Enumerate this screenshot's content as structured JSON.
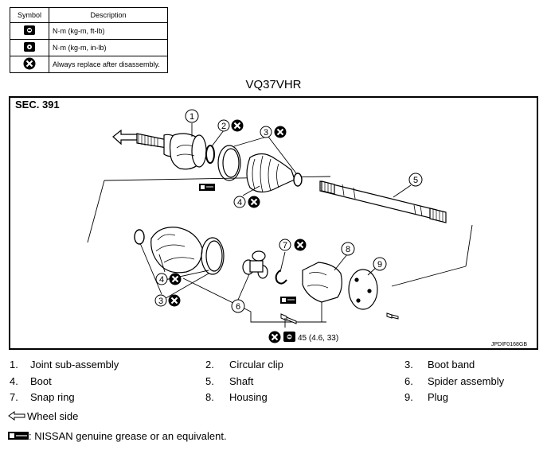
{
  "legend": {
    "headers": {
      "symbol": "Symbol",
      "description": "Description"
    },
    "rows": [
      {
        "icon": "torque-wrench-nm-kgm-ftlb-icon",
        "text": "N·m (kg-m, ft-lb)"
      },
      {
        "icon": "torque-wrench-nm-kgm-inlb-icon",
        "text": "N·m (kg-m, in-lb)"
      },
      {
        "icon": "replace-x-icon",
        "text": "Always replace after disassembly."
      }
    ]
  },
  "model": "VQ37VHR",
  "section": "SEC. 391",
  "callouts": {
    "c1": "1",
    "c2": "2",
    "c3a": "3",
    "c4a": "4",
    "c5": "5",
    "c4b": "4",
    "c3b": "3",
    "c6": "6",
    "c7": "7",
    "c8": "8",
    "c9": "9"
  },
  "torque_spec": "45 (4.6, 33)",
  "figure_code": "JPDIF0168GB",
  "parts": [
    {
      "num": "1.",
      "name": "Joint sub-assembly"
    },
    {
      "num": "2.",
      "name": "Circular clip"
    },
    {
      "num": "3.",
      "name": "Boot band"
    },
    {
      "num": "4.",
      "name": "Boot"
    },
    {
      "num": "5.",
      "name": "Shaft"
    },
    {
      "num": "6.",
      "name": "Spider assembly"
    },
    {
      "num": "7.",
      "name": "Snap ring"
    },
    {
      "num": "8.",
      "name": "Housing"
    },
    {
      "num": "9.",
      "name": "Plug"
    }
  ],
  "notes": {
    "wheel_side": "Wheel side",
    "grease": ": NISSAN genuine grease or an equivalent."
  }
}
